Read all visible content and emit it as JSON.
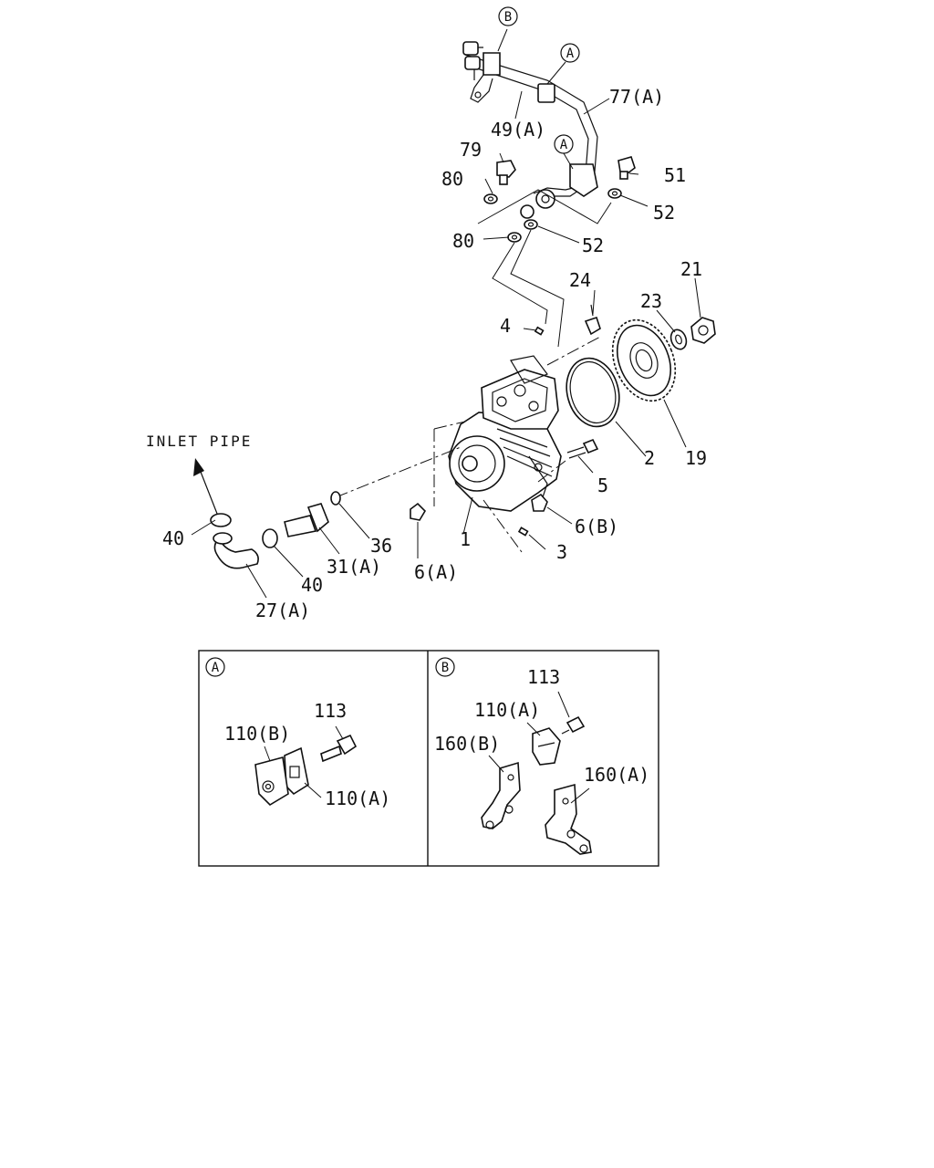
{
  "diagram": {
    "inlet_note": "INLET PIPE",
    "callouts": {
      "b_top": "B",
      "a_top": "A",
      "a_mid": "A",
      "p77a": "77(A)",
      "p49a": "49(A)",
      "p79": "79",
      "p51": "51",
      "p80_upper": "80",
      "p52_upper": "52",
      "p80_lower": "80",
      "p52_lower": "52",
      "p24": "24",
      "p4": "4",
      "p23": "23",
      "p21": "21",
      "p2": "2",
      "p19": "19",
      "p5": "5",
      "p6b": "6(B)",
      "p3": "3",
      "p1": "1",
      "p6a": "6(A)",
      "p36": "36",
      "p31a": "31(A)",
      "p40_right": "40",
      "p40_left": "40",
      "p27a": "27(A)"
    },
    "inset_a": {
      "tag": "A",
      "p113": "113",
      "p110b": "110(B)",
      "p110a": "110(A)"
    },
    "inset_b": {
      "tag": "B",
      "p113": "113",
      "p110a": "110(A)",
      "p160b": "160(B)",
      "p160a": "160(A)"
    }
  }
}
